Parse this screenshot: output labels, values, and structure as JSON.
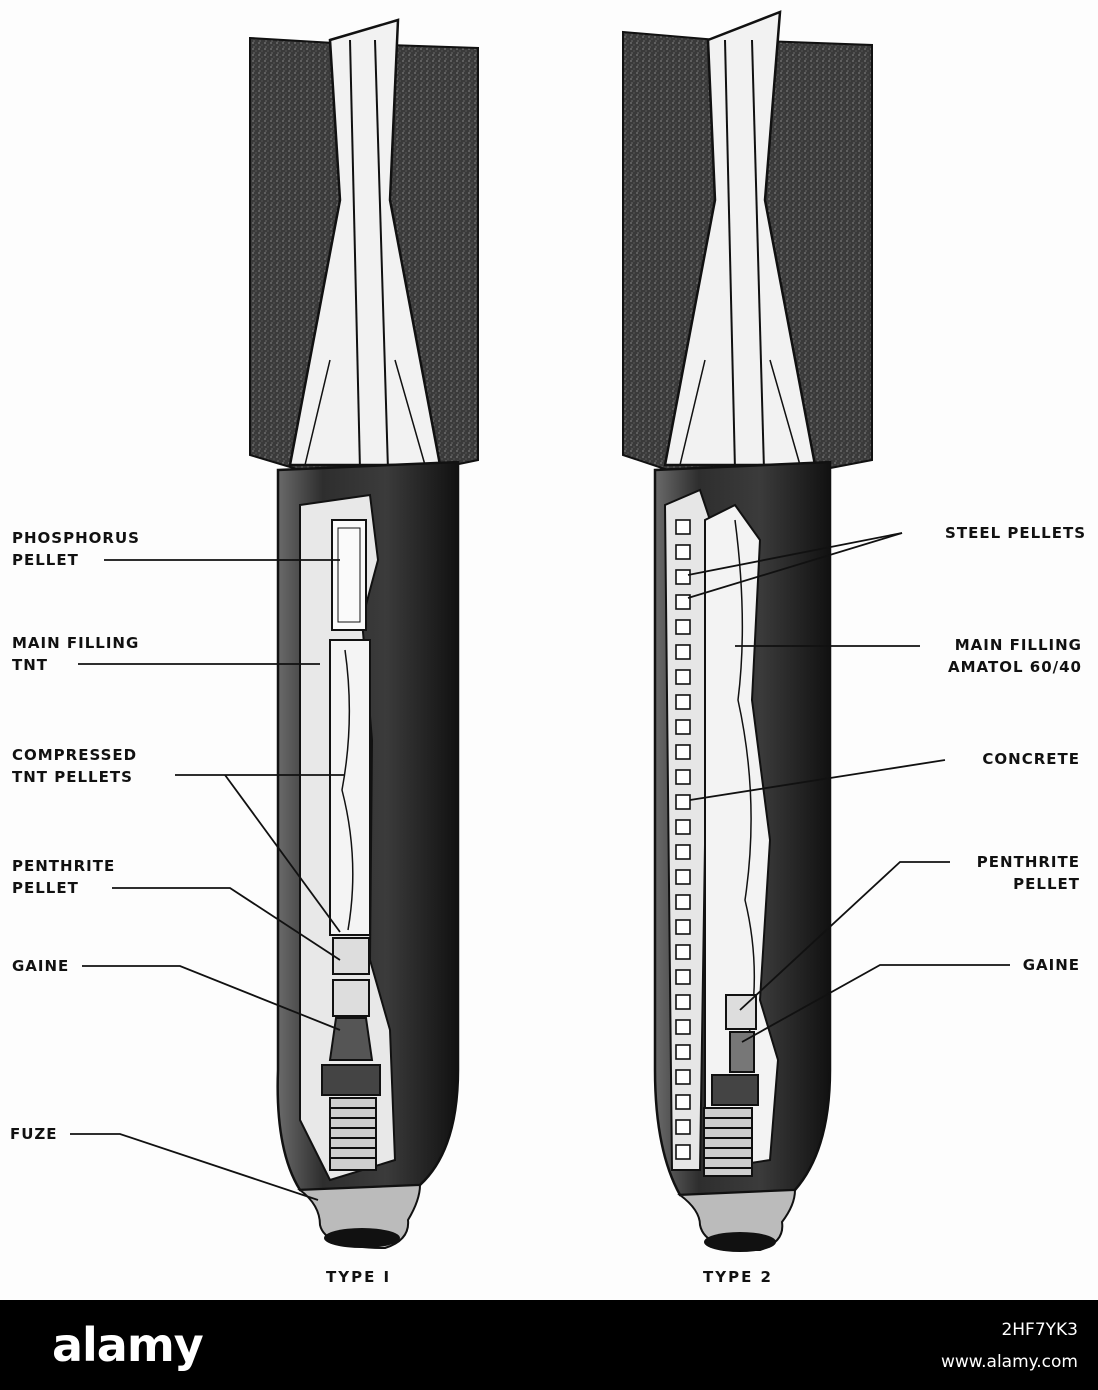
{
  "diagram": {
    "left_bomb": {
      "caption": "TYPE I",
      "labels": [
        {
          "id": "phosphorus-pellet",
          "text": "PHOSPHORUS\nPELLET"
        },
        {
          "id": "main-filling-tnt",
          "text": "MAIN FILLING\nTNT"
        },
        {
          "id": "compressed-tnt-pellets",
          "text": "COMPRESSED\nTNT PELLETS"
        },
        {
          "id": "penthrite-pellet",
          "text": "PENTHRITE\nPELLET"
        },
        {
          "id": "gaine",
          "text": "GAINE"
        },
        {
          "id": "fuze",
          "text": "FUZE"
        }
      ]
    },
    "right_bomb": {
      "caption": "TYPE 2",
      "labels": [
        {
          "id": "steel-pellets",
          "text": "STEEL PELLETS"
        },
        {
          "id": "main-filling-amatol",
          "text": "MAIN FILLING\nAMATOL 60/40"
        },
        {
          "id": "concrete",
          "text": "CONCRETE"
        },
        {
          "id": "penthrite-pellet",
          "text": "PENTHRITE\nPELLET"
        },
        {
          "id": "gaine",
          "text": "GAINE"
        }
      ]
    }
  },
  "watermark": {
    "brand": "alamy",
    "image_id": "2HF7YK3",
    "site": "www.alamy.com"
  },
  "colors": {
    "ink": "#111111",
    "fin_fill": "#3a3a3a",
    "body_fill": "#2c2c2c",
    "footer": "#000000"
  }
}
